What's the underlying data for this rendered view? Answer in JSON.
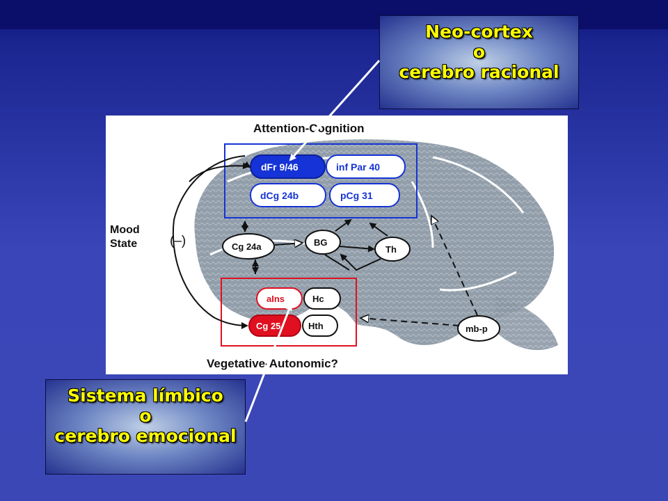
{
  "labels": {
    "neocortex": {
      "line1": "Neo-cortex",
      "line2": "o",
      "line3": "cerebro racional"
    },
    "limbic": {
      "line1": "Sistema límbico",
      "line2": "o",
      "line3": "cerebro emocional"
    }
  },
  "diagram": {
    "top_title": "Attention-Cognition",
    "bottom_title": "Vegetative-Autonomic?",
    "mood": {
      "line1": "Mood",
      "line2": "State",
      "sign": "(–)"
    },
    "nodes": {
      "dfr": "dFr 9/46",
      "infpar": "inf Par 40",
      "dcg": "dCg 24b",
      "pcg": "pCg 31",
      "cg24a": "Cg 24a",
      "bg": "BG",
      "th": "Th",
      "ains": "aIns",
      "hc": "Hc",
      "cg25": "Cg 25",
      "hth": "Hth",
      "mbp": "mb-p"
    }
  },
  "colors": {
    "accent_text": "#ffff00",
    "cognition_box": "#1533d6",
    "autonomic_box": "#e01020",
    "brain": "#8c99a6"
  }
}
